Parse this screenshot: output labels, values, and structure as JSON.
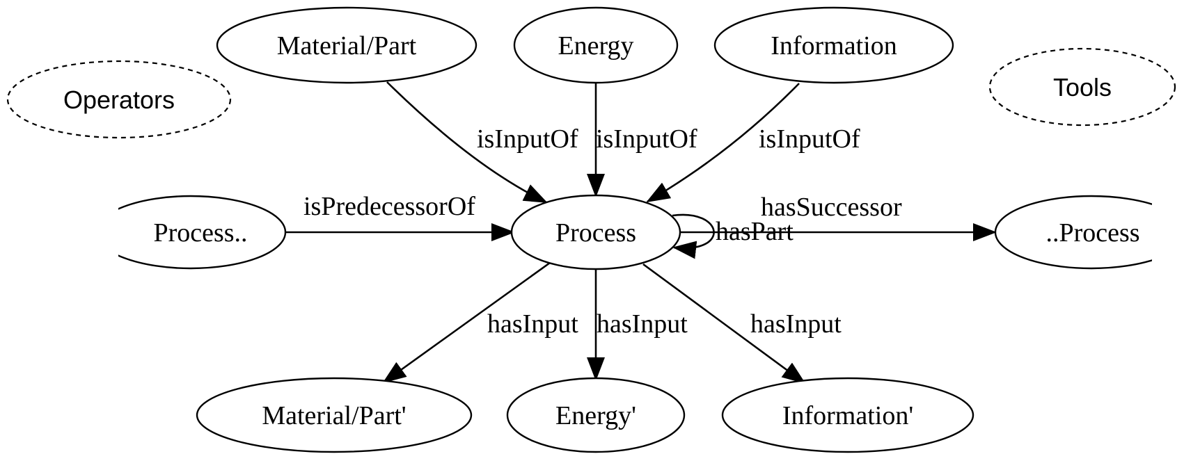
{
  "nodes": {
    "material_part": "Material/Part",
    "energy": "Energy",
    "information": "Information",
    "operators": "Operators",
    "tools": "Tools",
    "process_prev": "Process..",
    "process": "Process",
    "process_next": "..Process",
    "material_part_out": "Material/Part'",
    "energy_out": "Energy'",
    "information_out": "Information'"
  },
  "edges": {
    "is_input_of_material": "isInputOf",
    "is_input_of_energy": "isInputOf",
    "is_input_of_information": "isInputOf",
    "is_predecessor_of": "isPredecessorOf",
    "has_successor": "hasSuccessor",
    "has_part": "hasPart",
    "has_input_material": "hasInput",
    "has_input_energy": "hasInput",
    "has_input_information": "hasInput"
  },
  "style": {
    "stroke_color": "#000000",
    "background": "#ffffff"
  }
}
